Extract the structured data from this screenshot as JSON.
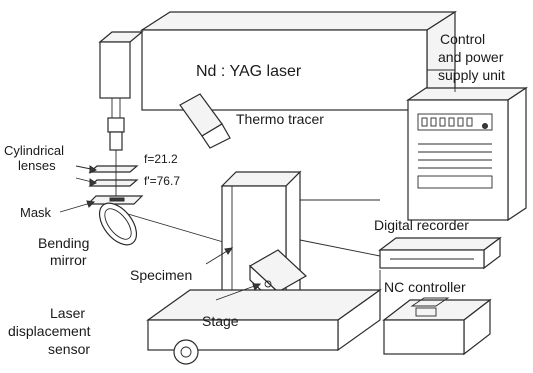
{
  "labels": {
    "laser": "Nd : YAG laser",
    "control_line1": "Control",
    "control_line2": "and power",
    "control_line3": "supply unit",
    "thermo_tracer": "Thermo tracer",
    "cyl_line1": "Cylindrical",
    "cyl_line2": "lenses",
    "f1": "f=21.2",
    "f2": "f'=76.7",
    "mask": "Mask",
    "bending_line1": "Bending",
    "bending_line2": "mirror",
    "digital_recorder": "Digital recorder",
    "specimen": "Specimen",
    "nc_controller": "NC controller",
    "stage": "Stage",
    "lds_line1": "Laser",
    "lds_line2": "displacement",
    "lds_line3": "sensor"
  }
}
